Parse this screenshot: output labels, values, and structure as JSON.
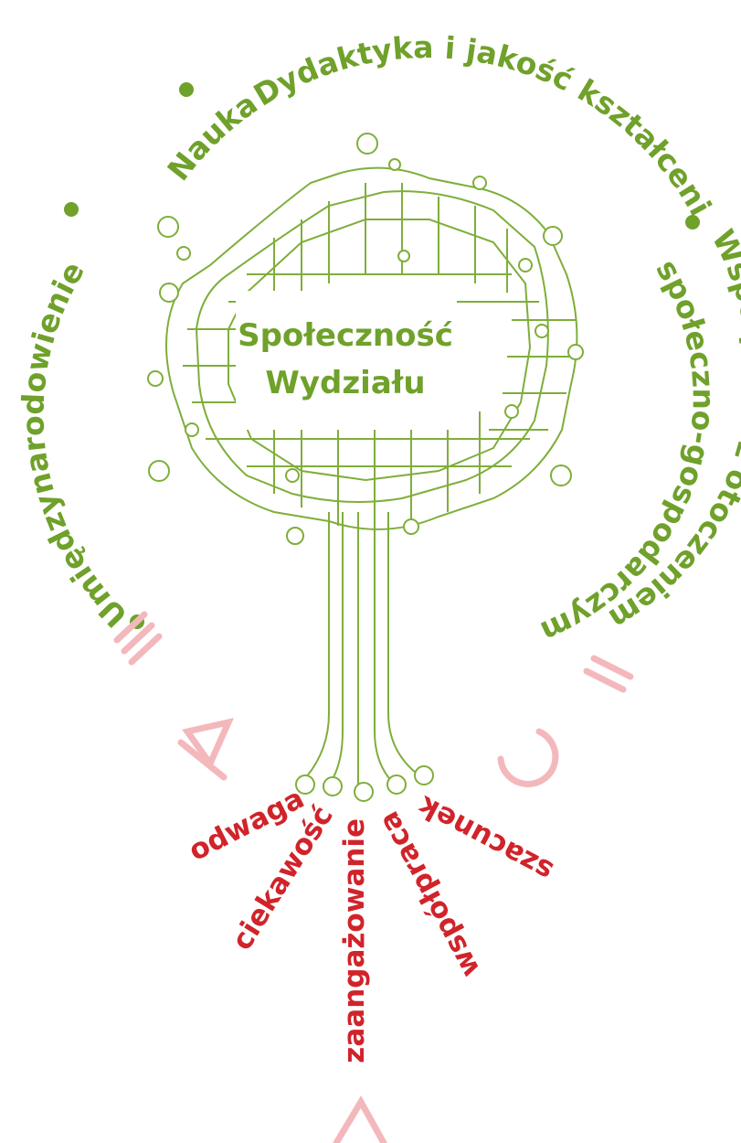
{
  "center": {
    "line1": "Społeczność",
    "line2": "Wydziału"
  },
  "arc": {
    "item1": "Umiędzynarodowienie",
    "item2": "Nauka",
    "item3": "Dydaktyka i jakość kształcenia",
    "item4": "Współpraca z otoczeniem",
    "item4b": "społeczno-gospodarczym"
  },
  "values": {
    "v1": "odwaga",
    "v2": "ciekawość",
    "v3": "zaangażowanie",
    "v4": "współpraca",
    "v5": "szacunek"
  },
  "colors": {
    "green": "#6fa12b",
    "red": "#d1232a",
    "pink": "#f3b8bb"
  }
}
